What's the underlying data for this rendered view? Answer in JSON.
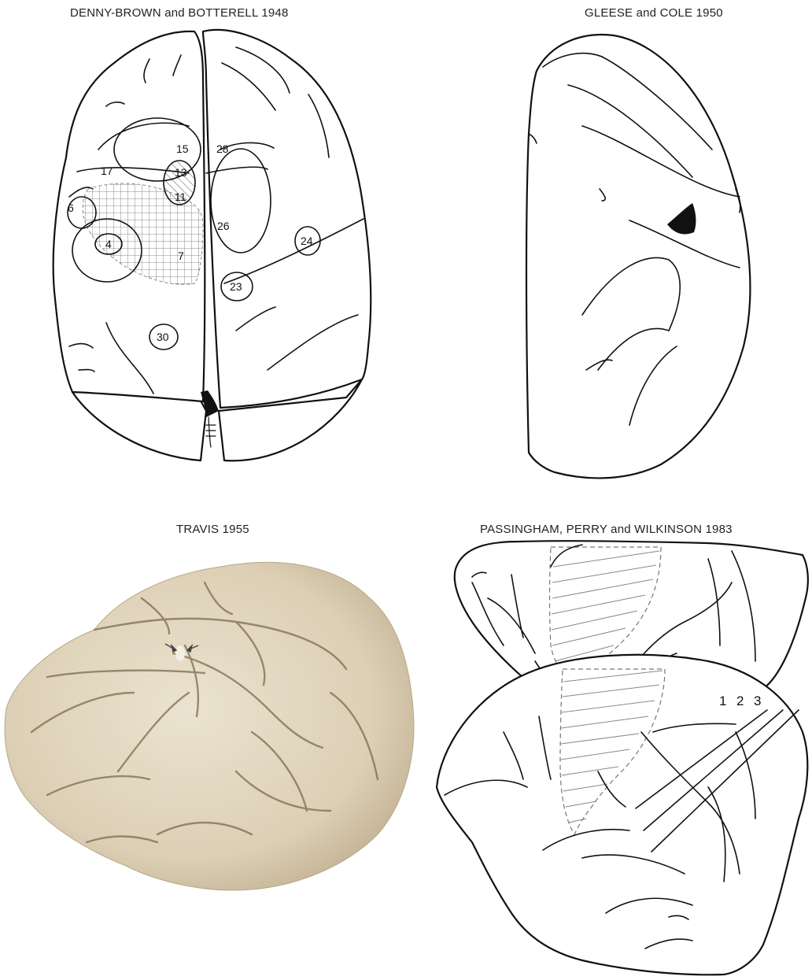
{
  "captions": {
    "denny_brown": "DENNY-BROWN and BOTTERELL 1948",
    "gleese": "GLEESE and COLE 1950",
    "travis": "TRAVIS 1955",
    "passingham": "PASSINGHAM, PERRY and WILKINSON 1983"
  },
  "lesion_labels": {
    "l15": "15",
    "l28": "28",
    "l17": "17",
    "l13": "13",
    "l11": "11",
    "l6": "6",
    "l26": "26",
    "l24": "24",
    "l4": "4",
    "l7": "7",
    "l23": "23",
    "l30": "30"
  },
  "lesion_depth_labels": {
    "d1": "1",
    "d2": "2",
    "d3": "3"
  },
  "colors": {
    "ink": "#111111",
    "brain_photo": "#e2d8c3",
    "hatch": "#888888"
  }
}
